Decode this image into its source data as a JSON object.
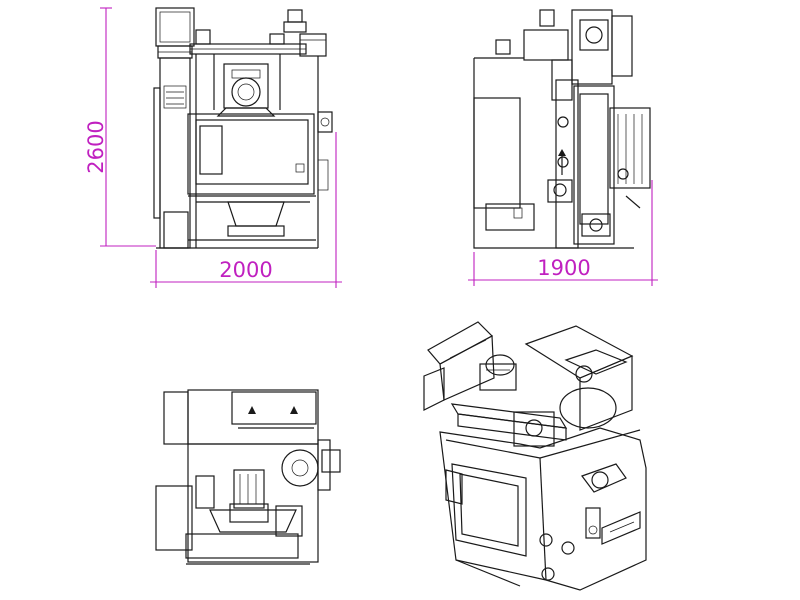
{
  "dimensions": {
    "front_height": "2600",
    "front_width": "2000",
    "side_width": "1900"
  },
  "colors": {
    "dimension": "#c020c0",
    "line": "#1a1a1a",
    "background": "#ffffff"
  }
}
